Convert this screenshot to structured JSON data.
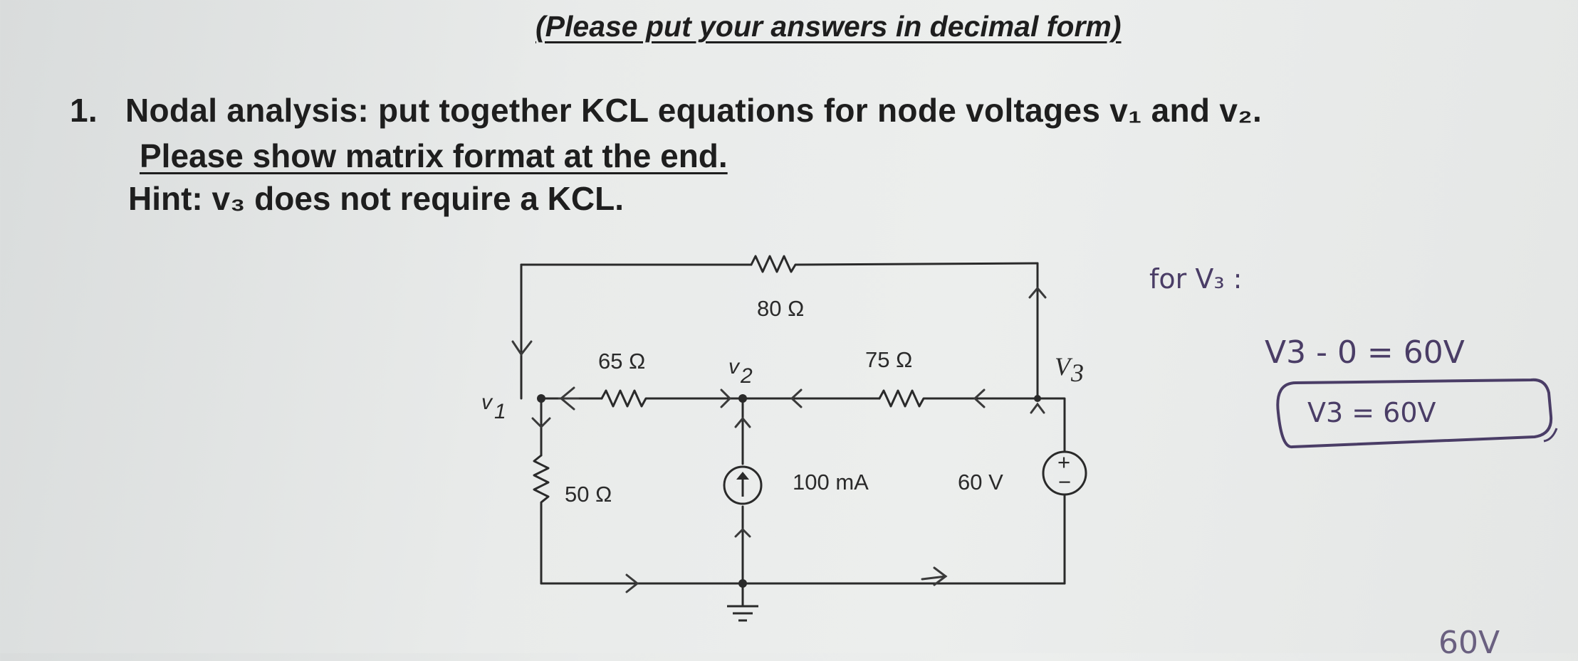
{
  "header": {
    "instruction": "(Please put your answers in decimal form)"
  },
  "question": {
    "number": "1.",
    "text": "Nodal analysis: put together KCL equations for node voltages v₁ and v₂.",
    "line2": "Please show matrix format at the end.",
    "line3": "Hint: v₃ does not require a KCL."
  },
  "circuit": {
    "r_top": "80 Ω",
    "r_left_mid": "65 Ω",
    "r_right_mid": "75 Ω",
    "r_bottom_left": "50 Ω",
    "current_source": "100 mA",
    "voltage_source": "60 V",
    "source_plus": "+",
    "source_minus": "−",
    "node_v1": "v",
    "node_v1_sub": "1",
    "node_v2": "v",
    "node_v2_sub": "2",
    "node_v3": "V",
    "node_v3_sub": "3"
  },
  "handwriting": {
    "heading": "for V₃ :",
    "equation": "V3 - 0 = 60V",
    "boxed_result": "V3 = 60V",
    "bottom_fragment": "60V"
  },
  "colors": {
    "paper": "#e9ebea",
    "print": "#1e1e1e",
    "ink": "#4a3d66"
  }
}
